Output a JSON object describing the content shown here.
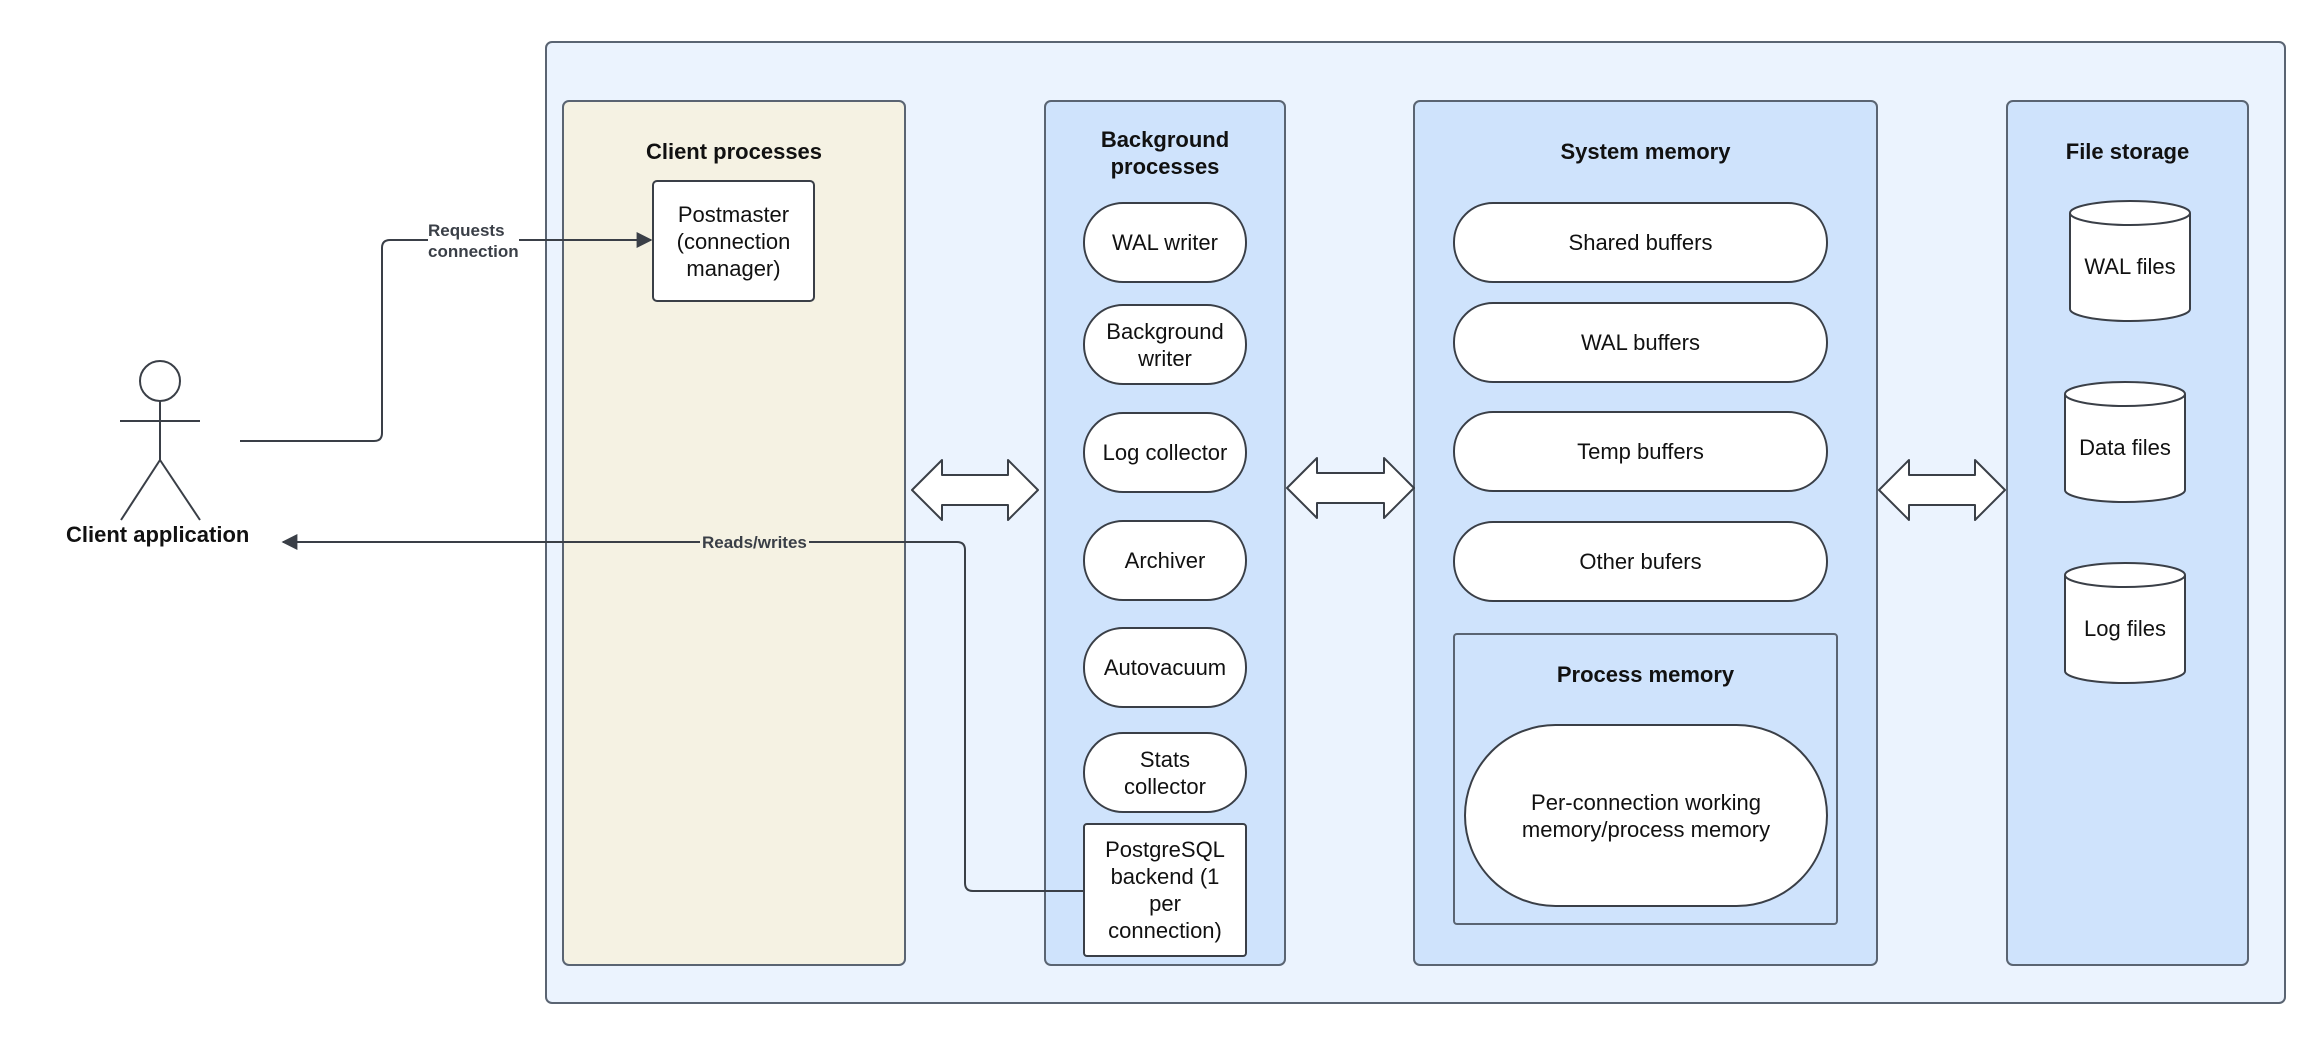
{
  "actor": {
    "label": "Client application",
    "icon": "stick-figure-icon"
  },
  "edges": {
    "requests_connection": "Requests\nconnection",
    "reads_writes": "Reads/writes"
  },
  "lanes": {
    "client": {
      "title": "Client processes",
      "postmaster": "Postmaster (connection manager)"
    },
    "background": {
      "title": "Background processes",
      "items": [
        "WAL writer",
        "Background writer",
        "Log collector",
        "Archiver",
        "Autovacuum",
        "Stats collector"
      ],
      "backend": "PostgreSQL backend (1 per connection)"
    },
    "memory": {
      "title": "System memory",
      "items": [
        "Shared buffers",
        "WAL buffers",
        "Temp buffers",
        "Other bufers"
      ],
      "process_memory": {
        "title": "Process memory",
        "item": "Per-connection working memory/process memory"
      }
    },
    "storage": {
      "title": "File storage",
      "items": [
        "WAL files",
        "Data files",
        "Log files"
      ]
    }
  },
  "colors": {
    "outer_bg": "#ebf3fe",
    "client_lane_bg": "#f5f2e3",
    "lane_bg": "#cfe3fc",
    "stroke": "#3a3f47"
  }
}
